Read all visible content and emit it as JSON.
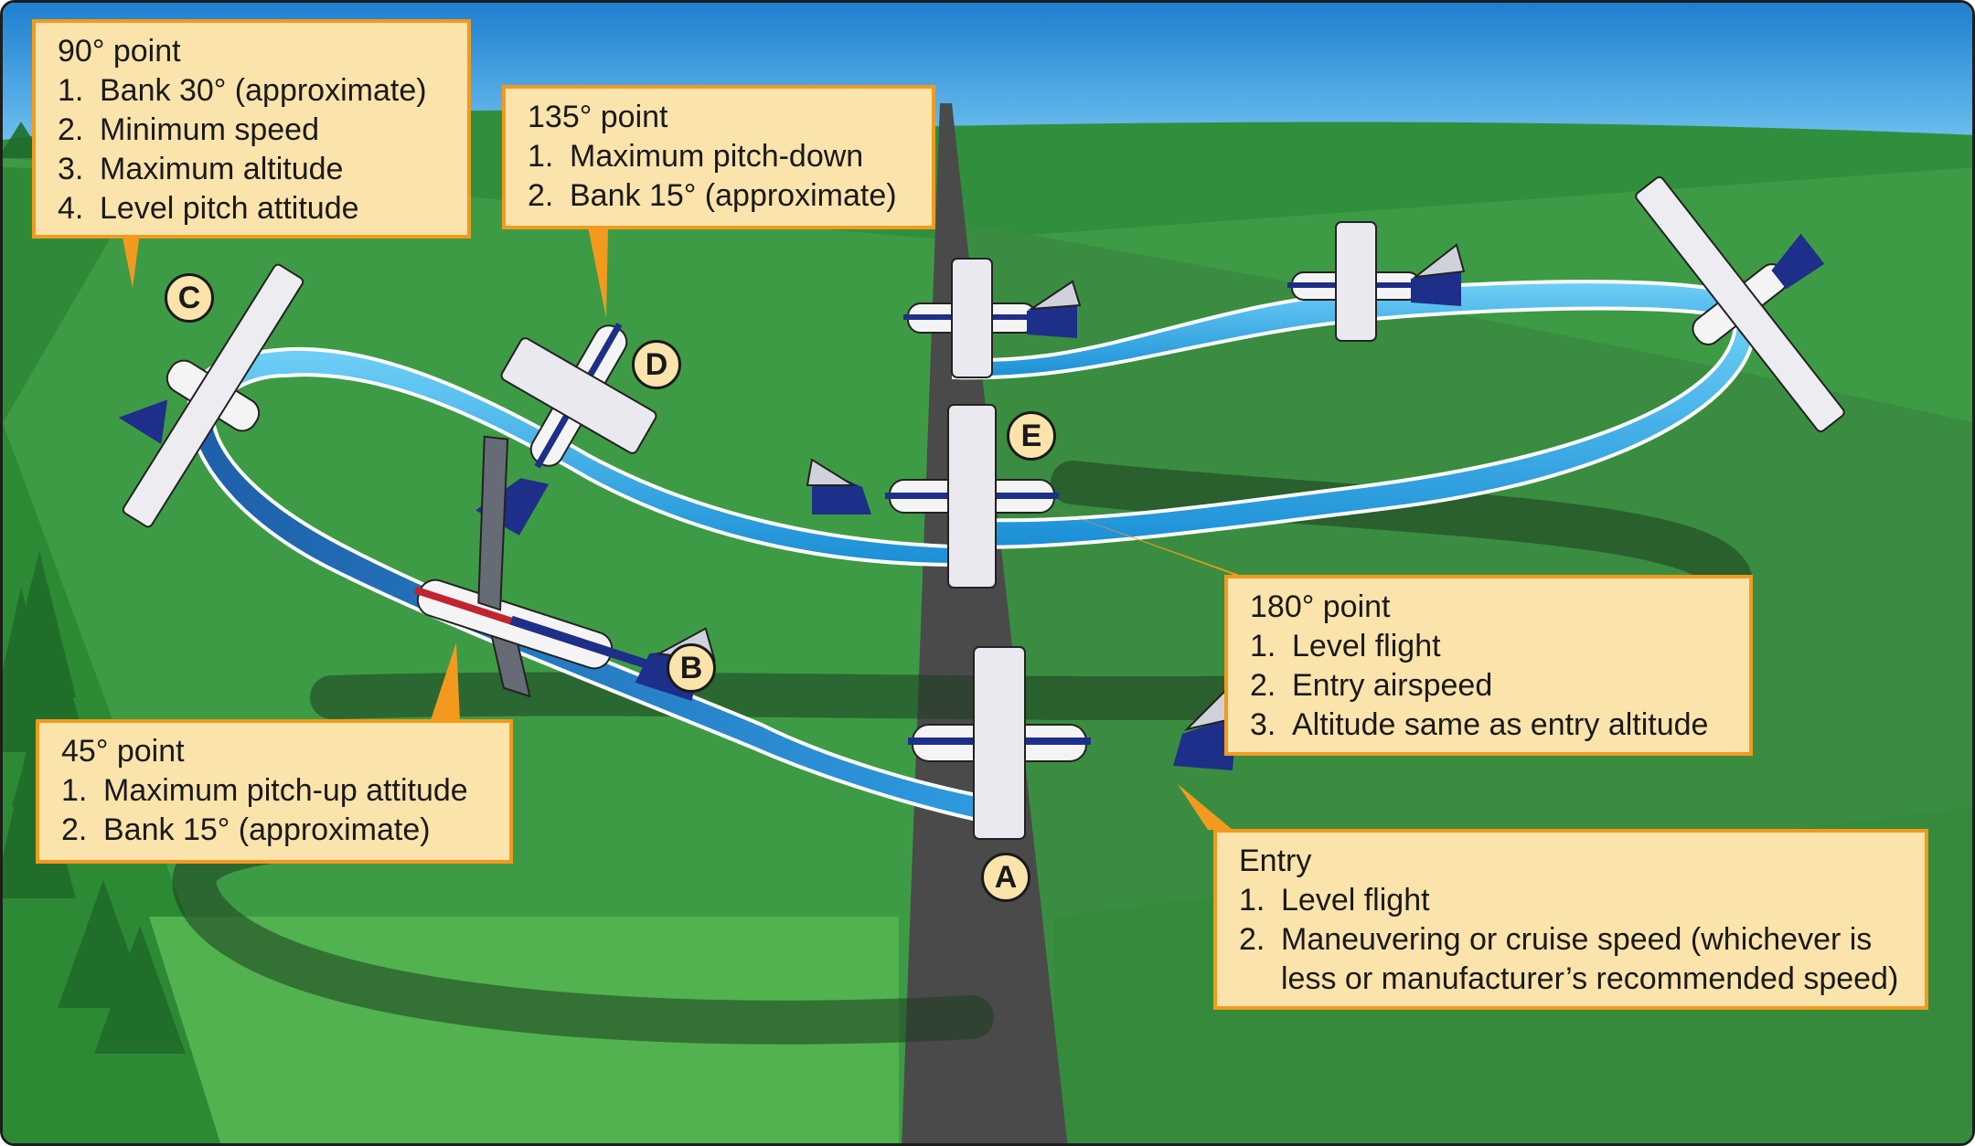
{
  "callouts": {
    "p90": {
      "title": "90° point",
      "items": [
        {
          "n": "1.",
          "t": "Bank 30° (approximate)"
        },
        {
          "n": "2.",
          "t": "Minimum speed"
        },
        {
          "n": "3.",
          "t": "Maximum altitude"
        },
        {
          "n": "4.",
          "t": "Level pitch attitude"
        }
      ]
    },
    "p135": {
      "title": "135° point",
      "items": [
        {
          "n": "1.",
          "t": "Maximum pitch-down"
        },
        {
          "n": "2.",
          "t": "Bank 15° (approximate)"
        }
      ]
    },
    "p180": {
      "title": "180° point",
      "items": [
        {
          "n": "1.",
          "t": "Level flight"
        },
        {
          "n": "2.",
          "t": "Entry airspeed"
        },
        {
          "n": "3.",
          "t": "Altitude same as entry altitude"
        }
      ]
    },
    "p45": {
      "title": "45° point",
      "items": [
        {
          "n": "1.",
          "t": "Maximum pitch-up attitude"
        },
        {
          "n": "2.",
          "t": "Bank 15° (approximate)"
        }
      ]
    },
    "entry": {
      "title": "Entry",
      "items": [
        {
          "n": "1.",
          "t": "Level flight"
        },
        {
          "n": "2.",
          "t": "Maneuvering or cruise speed (whichever is"
        },
        {
          "n": "",
          "t": "less or manufacturer’s recommended speed)"
        }
      ]
    }
  },
  "markers": {
    "A": "A",
    "B": "B",
    "C": "C",
    "D": "D",
    "E": "E"
  },
  "colors": {
    "sky": "#2a8fd6",
    "grass_light": "#4caf50",
    "grass_dark": "#2e7d32",
    "runway": "#4a4a4a",
    "ribbon": "#29a9e6",
    "callout_fill": "#fbe3ac",
    "callout_border": "#f39a1e"
  },
  "icons": [
    "airplane-icon"
  ]
}
